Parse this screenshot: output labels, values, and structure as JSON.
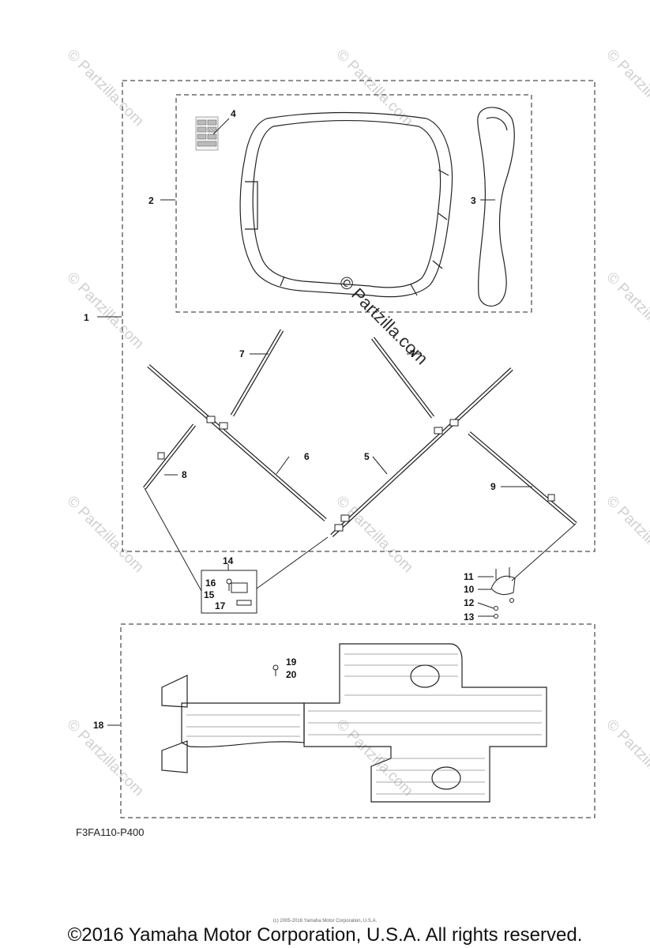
{
  "diagram": {
    "callouts": [
      "1",
      "2",
      "3",
      "4",
      "5",
      "6",
      "7",
      "7",
      "8",
      "9",
      "10",
      "11",
      "12",
      "13",
      "14",
      "15",
      "16",
      "17",
      "18",
      "19",
      "20"
    ],
    "diagram_code": "F3FA110-P400",
    "fine_print": "(c) 2005-2016 Yamaha Motor Corporation, U.S.A.",
    "copyright": "©2016 Yamaha Motor Corporation, U.S.A. All rights reserved.",
    "watermark": "© Partzilla.com",
    "watermark_center": "© Partzilla.com"
  }
}
